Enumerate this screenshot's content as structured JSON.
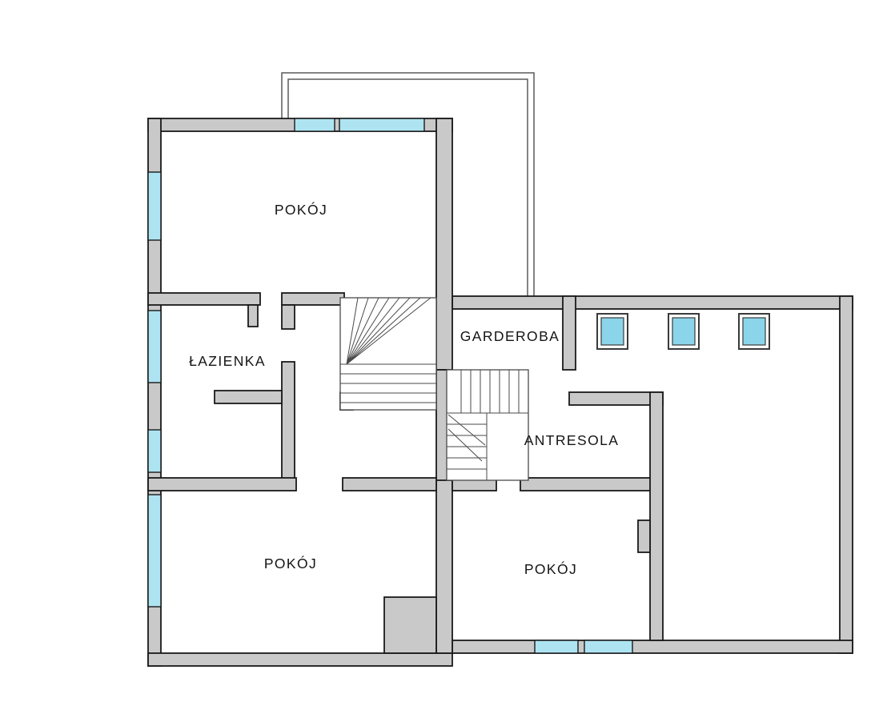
{
  "colors": {
    "background": "#ffffff",
    "wall": "#c9c9c9",
    "outline": "#1a1a1a",
    "window": "#aee4f2",
    "skylight": "#8bd5ea"
  },
  "rooms": [
    {
      "label": "POKÓJ"
    },
    {
      "label": "ŁAZIENKA"
    },
    {
      "label": "GARDEROBA"
    },
    {
      "label": "ANTRESOLA"
    },
    {
      "label": "POKÓJ"
    },
    {
      "label": "POKÓJ"
    }
  ]
}
